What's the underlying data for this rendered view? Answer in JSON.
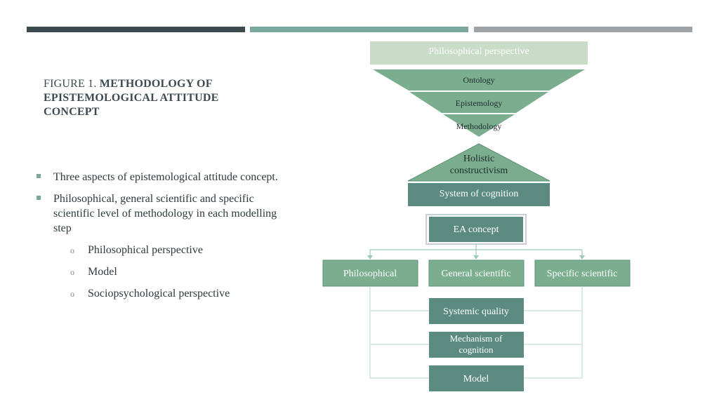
{
  "colors": {
    "bar_dark": "#3d4a4f",
    "bar_teal": "#7aa89c",
    "bar_gray": "#9da3a6",
    "light_green": "#c8dcc8",
    "mid_green": "#7aae8e",
    "dark_teal": "#5a8a80",
    "line": "#9ccab6"
  },
  "title": {
    "prefix": "FIGURE 1.",
    "bold": "METHODOLOGY OF EPISTEMOLOGICAL ATTITUDE CONCEPT"
  },
  "bullets": [
    "Three aspects of epistemological attitude concept.",
    "Philosophical, general scientific and specific scientific level of methodology in each modelling step"
  ],
  "sub_bullets": [
    "Philosophical perspective",
    "Model",
    "Sociopsychological perspective"
  ],
  "diagram": {
    "perspective_header": "Philosophical perspective",
    "funnel": [
      "Ontology",
      "Epistemology",
      "Methodology"
    ],
    "holistic": [
      "Holistic",
      "constructivism"
    ],
    "system": "System of cognition",
    "ea_concept": "EA concept",
    "levels": [
      "Philosophical",
      "General scientific",
      "Specific scientific"
    ],
    "steps": [
      "Systemic quality",
      "Mechanism of cognition",
      "Model"
    ],
    "mechanism_lines": [
      "Mechanism of",
      "cognition"
    ]
  }
}
